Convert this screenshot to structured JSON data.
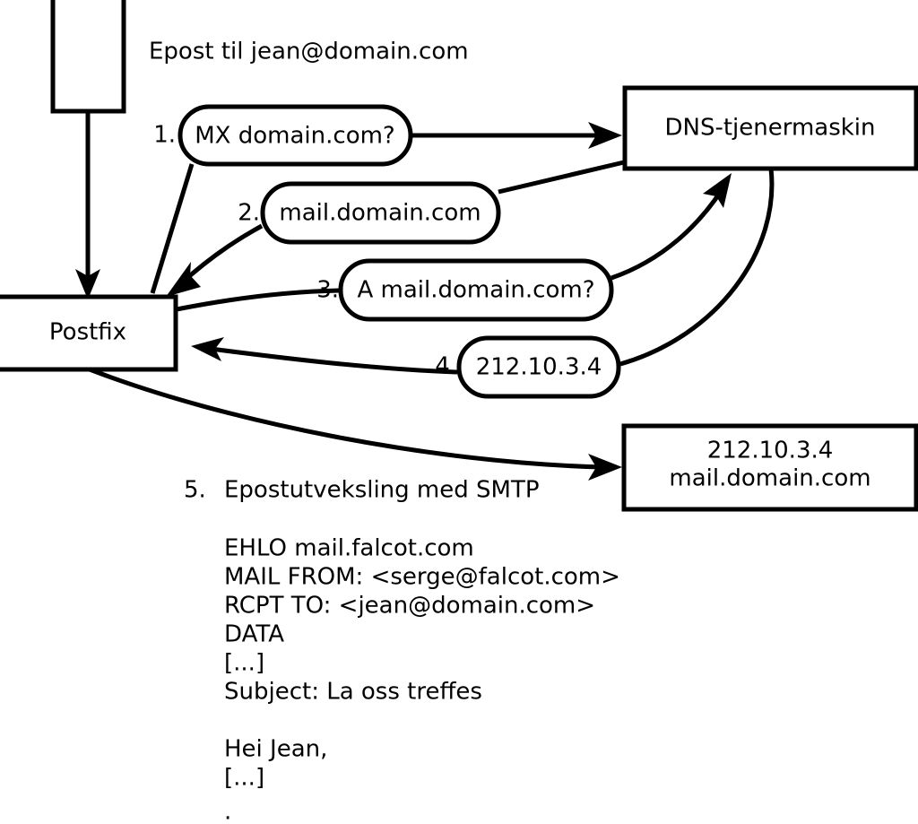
{
  "header": {
    "subject_line": "Epost til jean@domain.com"
  },
  "nodes": {
    "client": {
      "label": ""
    },
    "postfix": {
      "label": "Postfix"
    },
    "dns_server": {
      "label": "DNS-tjenermaskin"
    },
    "mail_server": {
      "line1": "212.10.3.4",
      "line2": "mail.domain.com"
    }
  },
  "steps": [
    {
      "number": "1.",
      "bubble": "MX domain.com?"
    },
    {
      "number": "2.",
      "bubble": "mail.domain.com"
    },
    {
      "number": "3.",
      "bubble": "A mail.domain.com?"
    },
    {
      "number": "4.",
      "bubble": "212.10.3.4"
    }
  ],
  "step5": {
    "number": "5.",
    "caption": "Epostutveksling med SMTP"
  },
  "smtp_transcript": [
    "EHLO mail.falcot.com",
    "MAIL FROM: <serge@falcot.com>",
    "RCPT TO: <jean@domain.com>",
    "DATA",
    "[...]",
    "Subject: La oss treffes",
    "",
    "Hei Jean,",
    "[...]",
    "."
  ],
  "colors": {
    "stroke": "#000000",
    "fill": "#ffffff",
    "text": "#000000"
  }
}
